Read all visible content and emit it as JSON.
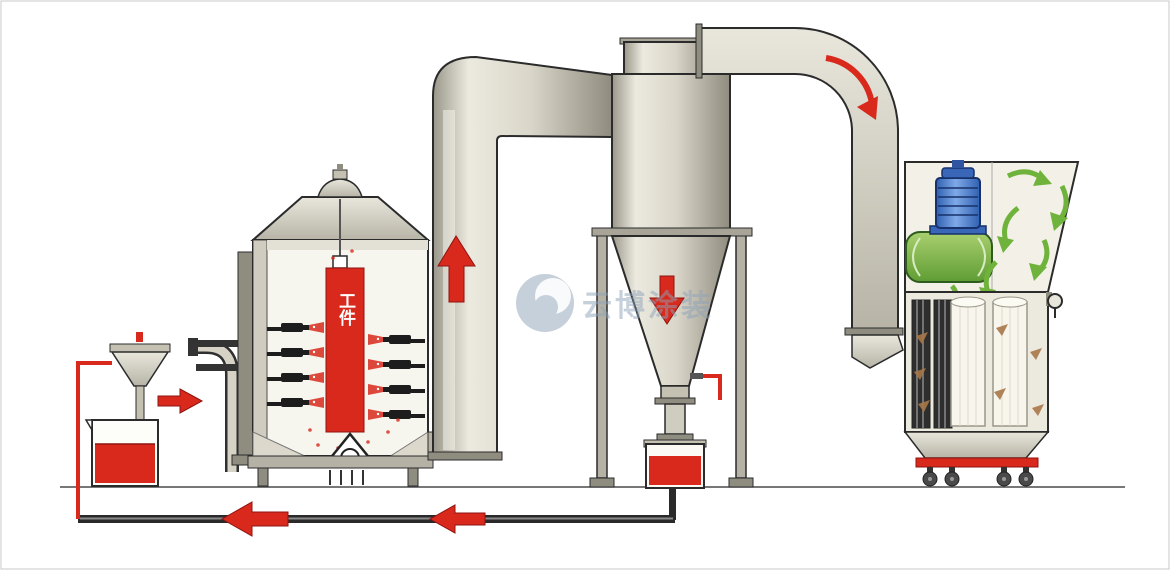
{
  "diagram": {
    "type": "industrial-equipment-flow-diagram",
    "title": "sandblasting and dust collection system",
    "labels": {
      "workpiece": "工件",
      "watermark": "云博涂装"
    },
    "colors": {
      "red": "#d8291c",
      "red-dark": "#8e1410",
      "green": "#6fb33c",
      "green-dark": "#2e5c1e",
      "blue": "#4a7fd4",
      "blue-dark": "#16316b",
      "metal-light": "#e9e7dc",
      "metal-mid": "#cfccc0",
      "metal-dark": "#8f8c7f",
      "outline": "#2b2b2b",
      "watermark": "#8fa3b8",
      "dust": "#a87848",
      "background": "#ffffff"
    },
    "components": [
      {
        "name": "recovery-tank",
        "desc": "beaker holding red recovered liquid"
      },
      {
        "name": "separator-funnel",
        "desc": "funnel feeding the recovery tank"
      },
      {
        "name": "gooseneck-pipe",
        "desc": "curved recovery pipe beside the chamber"
      },
      {
        "name": "blast-chamber",
        "desc": "cabinet with hanging workpiece and spray nozzles"
      },
      {
        "name": "workpiece-column",
        "desc": "red hanging workpiece labeled 工件"
      },
      {
        "name": "riser-duct",
        "desc": "vertical duct with upward airflow arrow"
      },
      {
        "name": "cyclone-separator",
        "desc": "cyclone body and cone with downward airflow arrow"
      },
      {
        "name": "collection-bin",
        "desc": "bin with red recovered media under the cyclone"
      },
      {
        "name": "outlet-curved-duct",
        "desc": "curved duct from cyclone top to dust collector"
      },
      {
        "name": "dust-collector",
        "desc": "cartridge filter unit with green fan, blue motor and casters"
      },
      {
        "name": "return-pipe",
        "desc": "floor return line with leftward flow arrows"
      }
    ]
  }
}
